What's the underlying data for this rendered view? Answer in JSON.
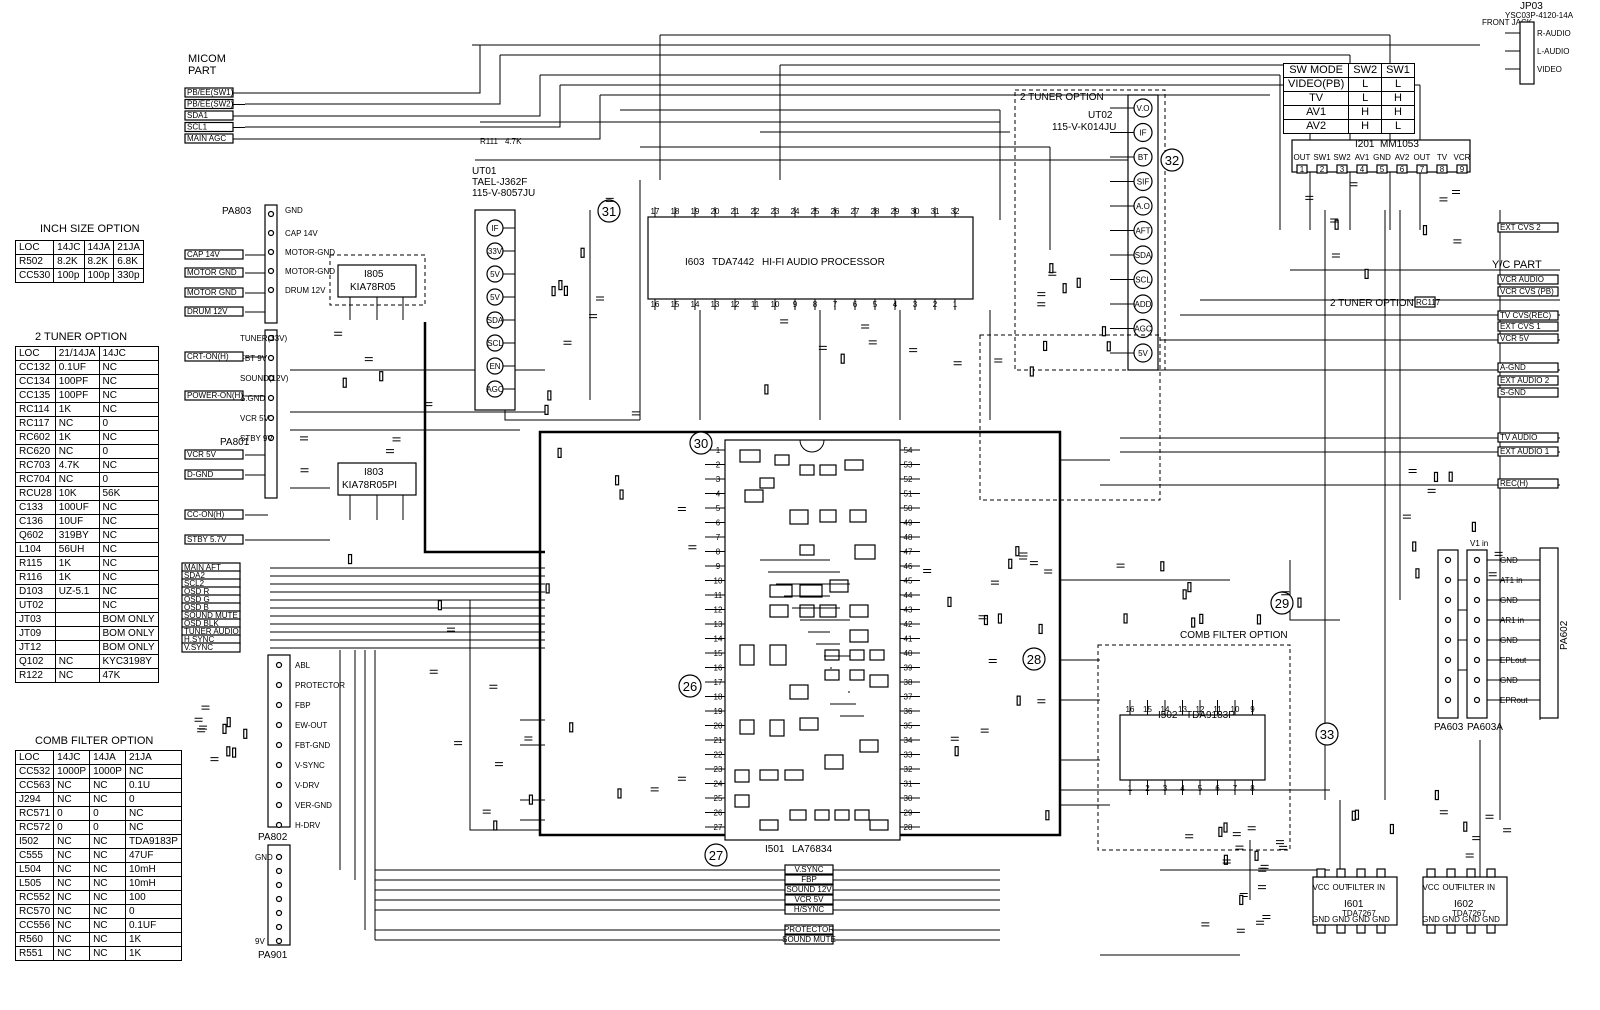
{
  "title": {
    "micom": [
      "MICOM",
      "PART"
    ],
    "yc_part": "Y/C PART"
  },
  "micom_signals": [
    "PB/EE(SW1)",
    "PB/EE(SW2)",
    "SDA1",
    "SCL1",
    "MAIN AGC"
  ],
  "r111": [
    "R111",
    "4.7K"
  ],
  "inch_option": {
    "title": "INCH SIZE OPTION",
    "header": [
      "LOC",
      "14JC",
      "14JA",
      "21JA"
    ],
    "rows": [
      [
        "R502",
        "8.2K",
        "8.2K",
        "6.8K"
      ],
      [
        "CC530",
        "100p",
        "100p",
        "330p"
      ]
    ]
  },
  "tuner_option": {
    "title": "2 TUNER OPTION",
    "header": [
      "LOC",
      "21/14JA",
      "14JC"
    ],
    "rows": [
      [
        "CC132",
        "0.1UF",
        "NC"
      ],
      [
        "CC134",
        "100PF",
        "NC"
      ],
      [
        "CC135",
        "100PF",
        "NC"
      ],
      [
        "RC114",
        "1K",
        "NC"
      ],
      [
        "RC117",
        "NC",
        "0"
      ],
      [
        "RC602",
        "1K",
        "NC"
      ],
      [
        "RC620",
        "NC",
        "0"
      ],
      [
        "RC703",
        "4.7K",
        "NC"
      ],
      [
        "RC704",
        "NC",
        "0"
      ],
      [
        "RCU28",
        "10K",
        "56K"
      ],
      [
        "C133",
        "100UF",
        "NC"
      ],
      [
        "C136",
        "10UF",
        "NC"
      ],
      [
        "Q602",
        "319BY",
        "NC"
      ],
      [
        "L104",
        "56UH",
        "NC"
      ],
      [
        "R115",
        "1K",
        "NC"
      ],
      [
        "R116",
        "1K",
        "NC"
      ],
      [
        "D103",
        "UZ-5.1",
        "NC"
      ],
      [
        "UT02",
        "",
        "NC"
      ],
      [
        "JT03",
        "",
        "BOM ONLY"
      ],
      [
        "JT09",
        "",
        "BOM ONLY"
      ],
      [
        "JT12",
        "",
        "BOM ONLY"
      ],
      [
        "Q102",
        "NC",
        "KYC3198Y"
      ],
      [
        "R122",
        "NC",
        "47K"
      ]
    ]
  },
  "comb_option": {
    "title": "COMB FILTER OPTION",
    "header": [
      "LOC",
      "14JC",
      "14JA",
      "21JA"
    ],
    "rows": [
      [
        "CC532",
        "1000P",
        "1000P",
        "NC"
      ],
      [
        "CC563",
        "NC",
        "NC",
        "0.1U"
      ],
      [
        "J294",
        "NC",
        "NC",
        "0"
      ],
      [
        "RC571",
        "0",
        "0",
        "NC"
      ],
      [
        "RC572",
        "0",
        "0",
        "NC"
      ],
      [
        "I502",
        "NC",
        "NC",
        "TDA9183P"
      ],
      [
        "C555",
        "NC",
        "NC",
        "47UF"
      ],
      [
        "L504",
        "NC",
        "NC",
        "10mH"
      ],
      [
        "L505",
        "NC",
        "NC",
        "10mH"
      ],
      [
        "RC552",
        "NC",
        "NC",
        "100"
      ],
      [
        "RC570",
        "NC",
        "NC",
        "0"
      ],
      [
        "CC556",
        "NC",
        "NC",
        "0.1UF"
      ],
      [
        "R560",
        "NC",
        "NC",
        "1K"
      ],
      [
        "R551",
        "NC",
        "NC",
        "1K"
      ]
    ]
  },
  "sw_mode": {
    "header": [
      "SW MODE",
      "SW2",
      "SW1"
    ],
    "rows": [
      [
        "VIDEO(PB)",
        "L",
        "L"
      ],
      [
        "TV",
        "L",
        "H"
      ],
      [
        "AV1",
        "H",
        "H"
      ],
      [
        "AV2",
        "H",
        "L"
      ]
    ]
  },
  "connectors": {
    "pa803": {
      "name": "PA803",
      "pins": [
        "GND",
        "CAP 14V",
        "MOTOR-GND",
        "MOTOR-GND",
        "DRUM 12V"
      ]
    },
    "pa801": {
      "name": "PA801",
      "pins": [
        "TUNER(33V)",
        "FBT 9V",
        "SOUND(12V)",
        "S.GND",
        "VCR 5V",
        "STBY 9V"
      ]
    },
    "pa802": {
      "name": "PA802",
      "pins": [
        "ABL",
        "PROTECTOR",
        "FBP",
        "EW-OUT",
        "FBT-GND",
        "V-SYNC",
        "V-DRV",
        "VER-GND",
        "H-DRV"
      ]
    },
    "pa901": {
      "name": "PA901",
      "pins": [
        "GND",
        "",
        "",
        "",
        "",
        "",
        "9V"
      ]
    },
    "pa603": {
      "name": "PA603",
      "pins": [
        "",
        "",
        "",
        "",
        "",
        "",
        "",
        ""
      ]
    },
    "pa603a": {
      "name": "PA603A",
      "pins": [
        "GND",
        "AT1 in",
        "GND",
        "AR1 in",
        "GND",
        "EPLout",
        "GND",
        "EPRout"
      ]
    },
    "pa602": {
      "name": "PA602"
    },
    "jp03": {
      "name": "JP03",
      "part": "YSC03P-4120-14A",
      "front": "FRONT JACK",
      "pins": [
        "R-AUDIO",
        "L-AUDIO",
        "VIDEO"
      ]
    },
    "v1in": "V1 in"
  },
  "left_signals": {
    "pa803": [
      "CAP 14V",
      "MOTOR GND",
      "MOTOR GND",
      "DRUM 12V"
    ],
    "pa801": [
      "CRT-ON(H)",
      "POWER-ON(H)",
      "VCR 5V",
      "D-GND",
      "CC-ON(H)",
      "STBY 5.7V"
    ],
    "bus": [
      "MAIN AFT",
      "SDA2",
      "SCL2",
      "OSD R",
      "OSD G",
      "OSD B",
      "SOUND MUTE",
      "OSD BLK",
      "TUNER AUDIO",
      "H.SYNC",
      "V.SYNC"
    ]
  },
  "bottom_bus": [
    "V.SYNC",
    "FBP",
    "SOUND 12V",
    "VCR 5V",
    "H/SYNC",
    "PROTECTOR",
    "SOUND MUTE"
  ],
  "right_signals": [
    "EXT CVS 2",
    "VCR AUDIO",
    "VCR CVS (PB)",
    "TV CVS(REC)",
    "EXT CVS 1",
    "VCR 5V",
    "A-GND",
    "EXT AUDIO 2",
    "S-GND",
    "TV AUDIO",
    "EXT AUDIO 1",
    "REC(H)"
  ],
  "ics": {
    "i805": {
      "ref": "I805",
      "part": "KIA78R05"
    },
    "i803": {
      "ref": "I803",
      "part": "KIA78R05PI"
    },
    "ut01": {
      "ref": "UT01",
      "part1": "TAEL-J362F",
      "part2": "115-V-8057JU",
      "pins": [
        "IF",
        "33V",
        "5V",
        "5V",
        "SDA",
        "SCL",
        "EN",
        "AGC"
      ]
    },
    "ut02": {
      "ref": "UT02",
      "part": "115-V-K014JU",
      "option": "2 TUNER OPTION",
      "pins": [
        "V.O",
        "IF",
        "BT",
        "SIF",
        "A.O",
        "AFT",
        "SDA",
        "SCL",
        "ADD",
        "AGC",
        "5V"
      ]
    },
    "i603": {
      "ref": "I603",
      "part": "TDA7442",
      "desc": "HI-FI AUDIO PROCESSOR"
    },
    "i501": {
      "ref": "I501",
      "part": "LA76834"
    },
    "i502": {
      "ref": "I502",
      "part": "TDA9183P",
      "option": "COMB FILTER OPTION"
    },
    "i201": {
      "ref": "I201",
      "part": "MM1053",
      "pins": [
        "OUT",
        "SW1",
        "SW2",
        "AV1",
        "GND",
        "AV2",
        "OUT",
        "TV",
        "VCR"
      ]
    },
    "i601": {
      "ref": "I601",
      "part": "TDA7267",
      "pins": [
        "VCC",
        "OUT",
        "FILTER",
        "IN",
        "GND",
        "GND",
        "GND",
        "GND"
      ]
    },
    "i602": {
      "ref": "I602",
      "part": "TDA7267",
      "pins": [
        "VCC",
        "OUT",
        "FILTER",
        "IN",
        "GND",
        "GND",
        "GND",
        "GND"
      ]
    }
  },
  "callouts": [
    "26",
    "27",
    "28",
    "29",
    "30",
    "31",
    "32",
    "33"
  ],
  "two_tuner_label": "2 TUNER OPTION",
  "rc117": "RC117"
}
